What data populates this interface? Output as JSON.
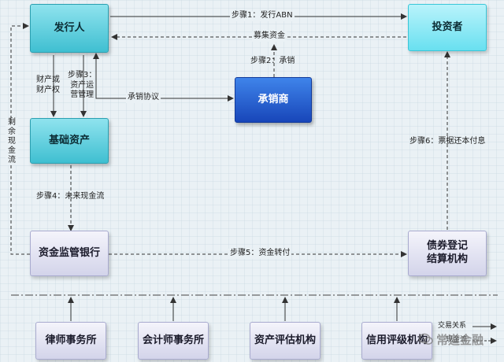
{
  "nodes": {
    "issuer": "发行人",
    "investor": "投资者",
    "underwriter": "承销商",
    "base_assets": "基础资产",
    "custody_bank": "资金监管银行",
    "registrar": "债券登记\n结算机构",
    "law_firm": "律师事务所",
    "accounting_firm": "会计师事务所",
    "appraisal": "资产评估机构",
    "rating": "信用评级机构"
  },
  "labels": {
    "step1": "步骤1：发行ABN",
    "raise_funds": "募集资金",
    "step2": "步骤2：承销",
    "underwriting_agreement": "承销协议",
    "property_rights": "财产或\n财产权",
    "step3": "步骤3：\n资产运\n营管理",
    "step4": "步骤4：未来现金流",
    "step5": "步骤5：资金转付",
    "step6": "步骤6：票据还本付息",
    "residual_cashflow": "剩余现金流"
  },
  "legend": {
    "transaction": "交易关系",
    "cashflow": "现金流"
  },
  "watermark": "常道金融"
}
